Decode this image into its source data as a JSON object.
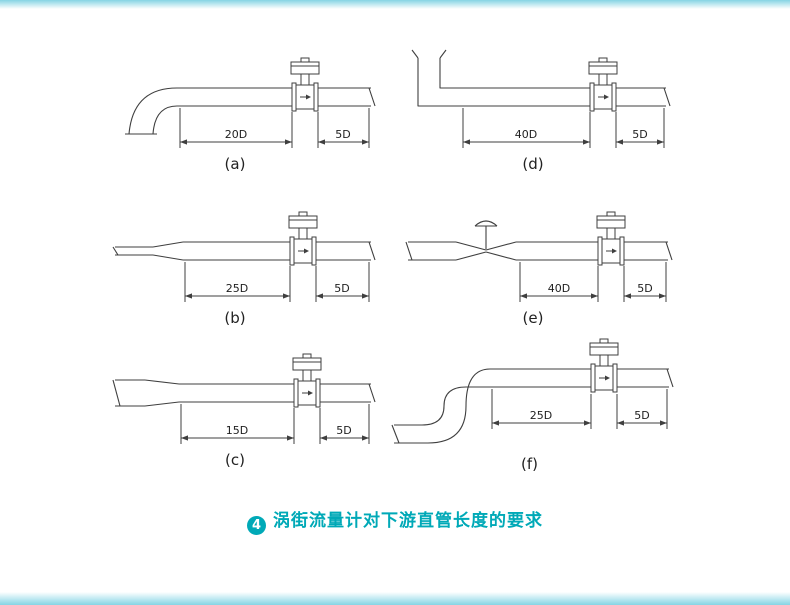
{
  "figure": {
    "caption_index": "4",
    "caption": "涡街流量计对下游直管长度的要求",
    "accent_color": "#00a9b7",
    "border_color": "#85d4e4"
  },
  "panels": [
    {
      "key": "a",
      "label": "(a)",
      "inlet": "90-degree-elbow",
      "upstream": "20D",
      "downstream": "5D"
    },
    {
      "key": "d",
      "label": "(d)",
      "inlet": "vertical-riser-elbow",
      "upstream": "40D",
      "downstream": "5D"
    },
    {
      "key": "b",
      "label": "(b)",
      "inlet": "expander-cone",
      "upstream": "25D",
      "downstream": "5D"
    },
    {
      "key": "e",
      "label": "(e)",
      "inlet": "valve",
      "upstream": "40D",
      "downstream": "5D"
    },
    {
      "key": "c",
      "label": "(c)",
      "inlet": "reducer-cone",
      "upstream": "15D",
      "downstream": "5D"
    },
    {
      "key": "f",
      "label": "(f)",
      "inlet": "s-bend",
      "upstream": "25D",
      "downstream": "5D"
    }
  ]
}
